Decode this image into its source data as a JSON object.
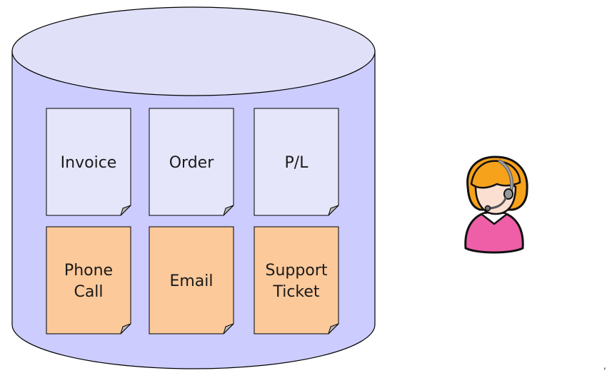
{
  "colors": {
    "database_fill": "#ccccff",
    "database_top": "#e0e0f8",
    "outline": "#000000",
    "record_doc_fill": "#e6e6fa",
    "contact_doc_fill": "#fcc99a",
    "page_fold": "#b8b8b8"
  },
  "database": {
    "documents": [
      {
        "lines": [
          "Invoice"
        ],
        "kind": "record"
      },
      {
        "lines": [
          "Order"
        ],
        "kind": "record"
      },
      {
        "lines": [
          "P/L"
        ],
        "kind": "record"
      },
      {
        "lines": [
          "Phone",
          "Call"
        ],
        "kind": "contact"
      },
      {
        "lines": [
          "Email"
        ],
        "kind": "contact"
      },
      {
        "lines": [
          "Support",
          "Ticket"
        ],
        "kind": "contact"
      }
    ]
  },
  "agent": {
    "icon": "support-agent-headset-icon"
  },
  "corner_mark": ","
}
